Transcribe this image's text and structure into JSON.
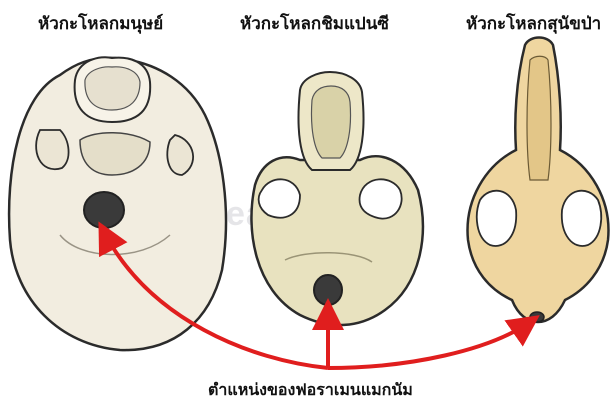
{
  "titles": {
    "human": "หัวกะโหลกมนุษย์",
    "chimp": "หัวกะโหลกชิมแปนซี",
    "dog": "หัวกะโหลกสุนัขป่า"
  },
  "caption": "ตำแหน่งของฟอราเมนแมกนัม",
  "watermark": "dreamstime",
  "colors": {
    "arrow": "#e01e1e",
    "human_bone": "#f2ede0",
    "chimp_bone": "#e8e2bf",
    "dog_bone": "#efd6a0",
    "outline": "#2b2b2b"
  }
}
